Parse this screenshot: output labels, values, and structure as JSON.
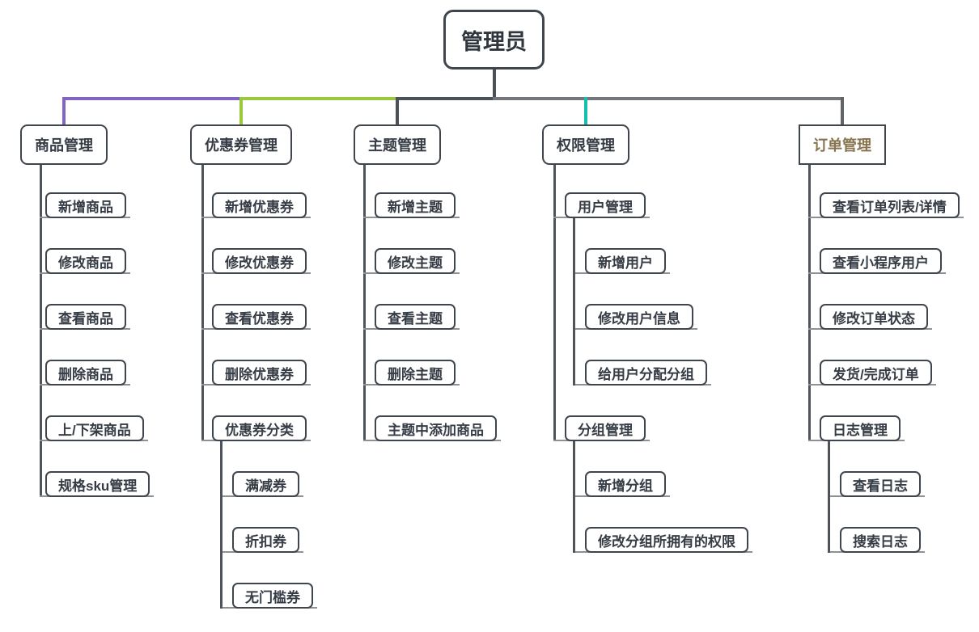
{
  "root": {
    "label": "管理员"
  },
  "palette": {
    "border": "#3e454d",
    "text": "#353c45",
    "spine": "#4f545b",
    "underline": "#8e9194",
    "dark_line": "#4b5158",
    "gray_line": "#73777b"
  },
  "branches": [
    {
      "id": "product",
      "label": "商品管理",
      "connector_color": "#8065c5",
      "children": [
        {
          "label": "新增商品"
        },
        {
          "label": "修改商品"
        },
        {
          "label": "查看商品"
        },
        {
          "label": "删除商品"
        },
        {
          "label": "上/下架商品"
        },
        {
          "label": "规格sku管理"
        }
      ]
    },
    {
      "id": "coupon",
      "label": "优惠券管理",
      "connector_color": "#9aca3c",
      "children": [
        {
          "label": "新增优惠券"
        },
        {
          "label": "修改优惠券"
        },
        {
          "label": "查看优惠券"
        },
        {
          "label": "删除优惠券"
        },
        {
          "label": "优惠券分类",
          "children": [
            {
              "label": "满减券"
            },
            {
              "label": "折扣券"
            },
            {
              "label": "无门槛券"
            }
          ]
        }
      ]
    },
    {
      "id": "theme",
      "label": "主题管理",
      "connector_color": "#4b5158",
      "children": [
        {
          "label": "新增主题"
        },
        {
          "label": "修改主题"
        },
        {
          "label": "查看主题"
        },
        {
          "label": "删除主题"
        },
        {
          "label": "主题中添加商品"
        }
      ]
    },
    {
      "id": "permission",
      "label": "权限管理",
      "connector_color": "#15bfae",
      "children": [
        {
          "label": "用户管理",
          "children": [
            {
              "label": "新增用户"
            },
            {
              "label": "修改用户信息"
            },
            {
              "label": "给用户分配分组"
            }
          ]
        },
        {
          "label": "分组管理",
          "children": [
            {
              "label": "新增分组"
            },
            {
              "label": "修改分组所拥有的权限"
            }
          ]
        }
      ]
    },
    {
      "id": "order",
      "label": "订单管理",
      "connector_color": "#5f6468",
      "box_shape": "rect",
      "label_color": "#87734e",
      "children": [
        {
          "label": "查看订单列表/详情"
        },
        {
          "label": "查看小程序用户"
        },
        {
          "label": "修改订单状态"
        },
        {
          "label": "发货/完成订单"
        },
        {
          "label": "日志管理",
          "children": [
            {
              "label": "查看日志"
            },
            {
              "label": "搜索日志"
            }
          ]
        }
      ]
    }
  ]
}
